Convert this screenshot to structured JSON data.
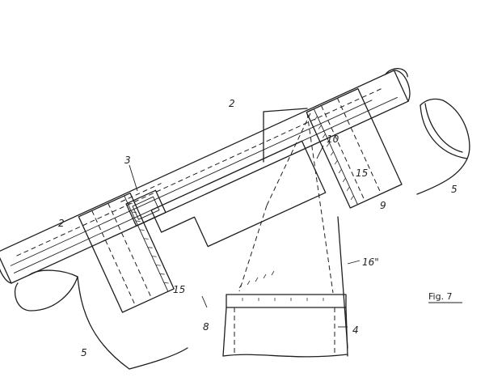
{
  "figure": {
    "caption": "Fig. 7",
    "labels": {
      "l2_upper": "2",
      "l2_left": "2",
      "l3": "3",
      "l4": "4",
      "l5_left": "5",
      "l5_right": "5",
      "l8": "8",
      "l9": "9",
      "l10": "10",
      "l15_left": "15",
      "l15_right": "15",
      "l16": "16\""
    }
  }
}
